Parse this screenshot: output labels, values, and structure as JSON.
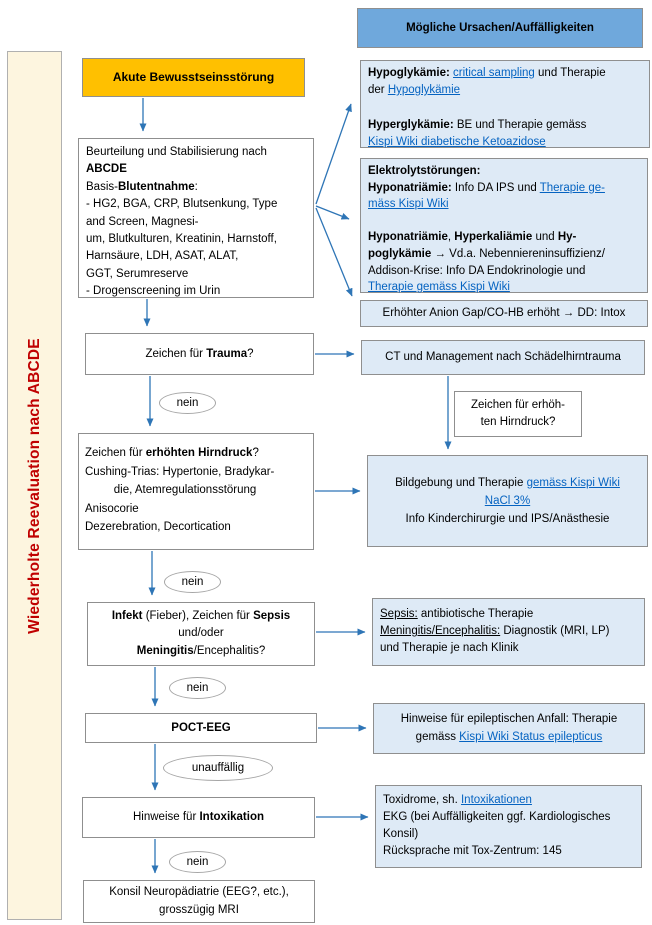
{
  "banner": {
    "label": "Wiederholte Reevaluation nach ABCDE"
  },
  "header": {
    "label": "Mögliche Ursachen/Auffälligkeiten"
  },
  "labels": {
    "nein": "nein",
    "unauffaellig": "unauffällig"
  },
  "colors": {
    "accent-yellow": "#FFC000",
    "header-blue": "#6FA8DC",
    "panel-blue": "#DEEAF6",
    "arrow-blue": "#2E75B6",
    "link-blue": "#0563C1",
    "banner-red": "#C00000",
    "banner-cream": "#FDF5DF"
  },
  "nodes": {
    "start": [
      {
        "t": "Akute Bewusstseinsstörung",
        "b": true
      }
    ],
    "assess": [
      {
        "t": "Beurteilung und Stabilisierung nach"
      },
      {
        "br": true
      },
      {
        "t": "ABCDE",
        "b": true
      },
      {
        "br": true
      },
      {
        "t": "Basis-"
      },
      {
        "t": "Blutentnahme",
        "b": true
      },
      {
        "t": ":"
      },
      {
        "br": true
      },
      {
        "t": "- HG2, BGA, CRP, Blutsenkung, Type"
      },
      {
        "br": true
      },
      {
        "t": "and Screen, Magnesi-"
      },
      {
        "br": true
      },
      {
        "t": "um, Blutkulturen, Kreatinin, Harnstoff,"
      },
      {
        "br": true
      },
      {
        "t": "Harnsäure, LDH, ASAT, ALAT,"
      },
      {
        "br": true
      },
      {
        "t": "GGT, Serumreserve"
      },
      {
        "br": true
      },
      {
        "t": "- Drogenscreening im Urin"
      }
    ],
    "trauma": [
      {
        "t": "Zeichen für "
      },
      {
        "t": "Trauma",
        "b": true
      },
      {
        "t": "?"
      }
    ],
    "hirndruck": [
      {
        "t": "Zeichen für "
      },
      {
        "t": "erhöhten Hirndruck",
        "b": true
      },
      {
        "t": "?"
      },
      {
        "br": true
      },
      {
        "t": "Cushing-Trias: Hypertonie, Bradykar-"
      },
      {
        "br": true
      },
      {
        "t": "         die, Atemregulationsstörung"
      },
      {
        "br": true
      },
      {
        "t": "Anisocorie"
      },
      {
        "br": true
      },
      {
        "t": "Dezerebration, Decortication"
      }
    ],
    "infekt": [
      {
        "t": "Infekt",
        "b": true
      },
      {
        "t": " (Fieber), Zeichen für "
      },
      {
        "t": "Sepsis",
        "b": true
      },
      {
        "br": true
      },
      {
        "t": "und/oder"
      },
      {
        "br": true
      },
      {
        "t": "Meningitis",
        "b": true
      },
      {
        "t": "/Encephalitis?"
      }
    ],
    "poct": [
      {
        "t": "POCT-EEG",
        "b": true
      }
    ],
    "intox": [
      {
        "t": "Hinweise für "
      },
      {
        "t": "Intoxikation",
        "b": true
      }
    ],
    "konsil": [
      {
        "t": "Konsil Neuropädiatrie (EEG?, etc.),"
      },
      {
        "br": true
      },
      {
        "t": "grosszügig MRI"
      }
    ]
  },
  "panels": {
    "hypo": [
      {
        "t": "Hypoglykämie:",
        "b": true
      },
      {
        "t": " "
      },
      {
        "t": "critical sampling",
        "link": true
      },
      {
        "t": " und Therapie"
      },
      {
        "br": true
      },
      {
        "t": "der "
      },
      {
        "t": "Hypoglykämie",
        "link": true
      },
      {
        "br": true
      },
      {
        "br": true
      },
      {
        "t": "Hyperglykämie:",
        "b": true
      },
      {
        "t": " BE und Therapie gemäss"
      },
      {
        "br": true
      },
      {
        "t": "Kispi Wiki diabetische Ketoazidose",
        "link": true
      }
    ],
    "elektro": [
      {
        "t": "Elektrolytstörungen:",
        "b": true
      },
      {
        "br": true
      },
      {
        "t": "Hyponatriämie:",
        "b": true
      },
      {
        "t": " Info DA IPS und "
      },
      {
        "t": "Therapie ge-",
        "link": true
      },
      {
        "br": true
      },
      {
        "t": "mäss Kispi Wiki",
        "link": true
      },
      {
        "br": true
      },
      {
        "br": true
      },
      {
        "t": "Hyponatriämie",
        "b": true
      },
      {
        "t": ", "
      },
      {
        "t": "Hyperkaliämie",
        "b": true
      },
      {
        "t": " und "
      },
      {
        "t": "Hy-",
        "b": true
      },
      {
        "br": true
      },
      {
        "t": "poglykämie",
        "b": true
      },
      {
        "t": " → Vd.a. Nebenniereninsuffizienz/"
      },
      {
        "br": true
      },
      {
        "t": "Addison-Krise: Info DA Endokrinologie und"
      },
      {
        "br": true
      },
      {
        "t": "Therapie gemäss Kispi Wiki",
        "link": true
      }
    ],
    "anion": [
      {
        "t": "Erhöhter Anion Gap/CO-HB erhöht → DD: Intox"
      }
    ],
    "ct": [
      {
        "t": "CT und Management nach Schädelhirntrauma"
      }
    ],
    "hirndruck_label": [
      {
        "t": "Zeichen für erhöh-"
      },
      {
        "br": true
      },
      {
        "t": "ten Hirndruck?"
      }
    ],
    "bildgebung": [
      {
        "t": "Bildgebung und Therapie "
      },
      {
        "t": "gemäss Kispi Wiki",
        "link": true
      },
      {
        "br": true
      },
      {
        "t": "NaCl 3%",
        "link": true
      },
      {
        "br": true
      },
      {
        "t": "Info Kinderchirurgie und IPS/Anästhesie"
      }
    ],
    "sepsis": [
      {
        "t": "Sepsis:",
        "u": true
      },
      {
        "t": " antibiotische Therapie"
      },
      {
        "br": true
      },
      {
        "t": "Meningitis/Encephalitis:",
        "u": true
      },
      {
        "t": " Diagnostik (MRI, LP)"
      },
      {
        "br": true
      },
      {
        "t": "und Therapie je nach Klinik"
      }
    ],
    "epilepsie": [
      {
        "t": "Hinweise für epileptischen Anfall: Therapie"
      },
      {
        "br": true
      },
      {
        "t": "gemäss "
      },
      {
        "t": "Kispi Wiki Status epilepticus",
        "link": true
      }
    ],
    "toxidrome": [
      {
        "t": "Toxidrome, sh. "
      },
      {
        "t": "Intoxikationen",
        "link": true
      },
      {
        "br": true
      },
      {
        "t": "EKG (bei Auffälligkeiten ggf. Kardiologisches"
      },
      {
        "br": true
      },
      {
        "t": "Konsil)"
      },
      {
        "br": true
      },
      {
        "t": "Rücksprache mit Tox-Zentrum: 145"
      }
    ]
  }
}
